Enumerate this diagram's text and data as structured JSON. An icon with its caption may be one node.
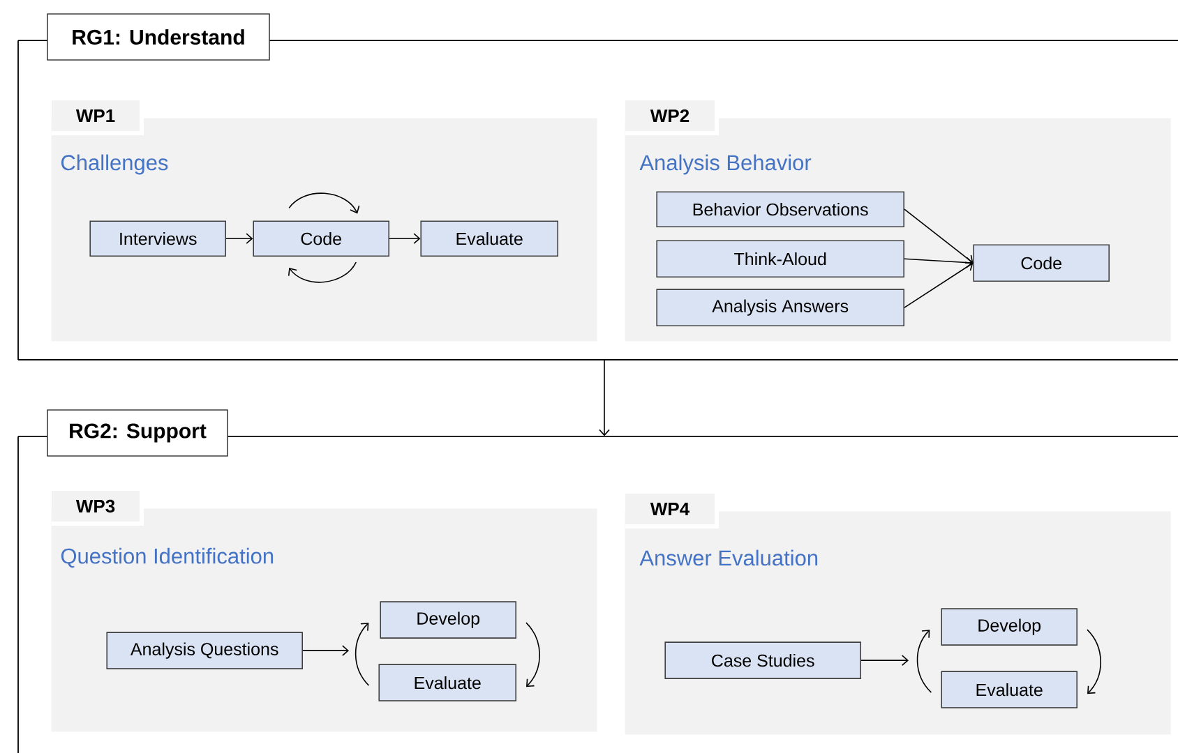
{
  "diagram": {
    "nodes": [
      {
        "text": [
          "RG1: Understand"
        ]
      },
      {
        "text": [
          "WP1",
          "Challenges"
        ],
        "in": 0
      },
      {
        "text": [
          "Interviews"
        ],
        "in": 1
      },
      {
        "text": [
          "Code"
        ],
        "in": 1
      },
      {
        "text": [
          "Evaluate"
        ],
        "in": 1
      },
      {
        "text": [
          "WP2",
          "Analysis Behavior"
        ],
        "in": 0
      },
      {
        "text": [
          "Behavior Observations"
        ],
        "in": 5
      },
      {
        "text": [
          "Think-Aloud"
        ],
        "in": 5
      },
      {
        "text": [
          "Analysis Answers"
        ],
        "in": 5
      },
      {
        "text": [
          "Code"
        ],
        "in": 5
      },
      {
        "text": [
          "RG2: Support"
        ]
      },
      {
        "text": [
          "WP3",
          "Question Identification"
        ],
        "in": 10
      },
      {
        "text": [
          "Analysis Questions"
        ],
        "in": 11
      },
      {
        "text": [
          "Develop"
        ],
        "in": 11
      },
      {
        "text": [
          "Evaluate"
        ],
        "in": 11
      },
      {
        "text": [
          "WP4",
          "Answer Evaluation"
        ],
        "in": 10
      },
      {
        "text": [
          "Case Studies"
        ],
        "in": 15
      },
      {
        "text": [
          "Develop"
        ],
        "in": 15
      },
      {
        "text": [
          "Evaluate"
        ],
        "in": 15
      }
    ],
    "edges": [
      {
        "from": 2,
        "to": 3,
        "arrow": "to"
      },
      {
        "from": 3,
        "to": 4,
        "arrow": "to"
      },
      {
        "from": 3,
        "to": 3,
        "arrow": "to"
      },
      {
        "from": 3,
        "to": 3,
        "arrow": "to"
      },
      {
        "from": 6,
        "to": 9,
        "arrow": "to"
      },
      {
        "from": 7,
        "to": 9,
        "arrow": "to"
      },
      {
        "from": 8,
        "to": 9,
        "arrow": "to"
      },
      {
        "from": 0,
        "to": 10,
        "arrow": "to"
      },
      {
        "from": 12,
        "to": null,
        "arrow": "to"
      },
      {
        "from": 14,
        "to": 13,
        "arrow": "to"
      },
      {
        "from": 13,
        "to": 14,
        "arrow": "to"
      },
      {
        "from": 16,
        "to": null,
        "arrow": "to"
      },
      {
        "from": 18,
        "to": 17,
        "arrow": "to"
      },
      {
        "from": 17,
        "to": 18,
        "arrow": "to"
      }
    ]
  }
}
